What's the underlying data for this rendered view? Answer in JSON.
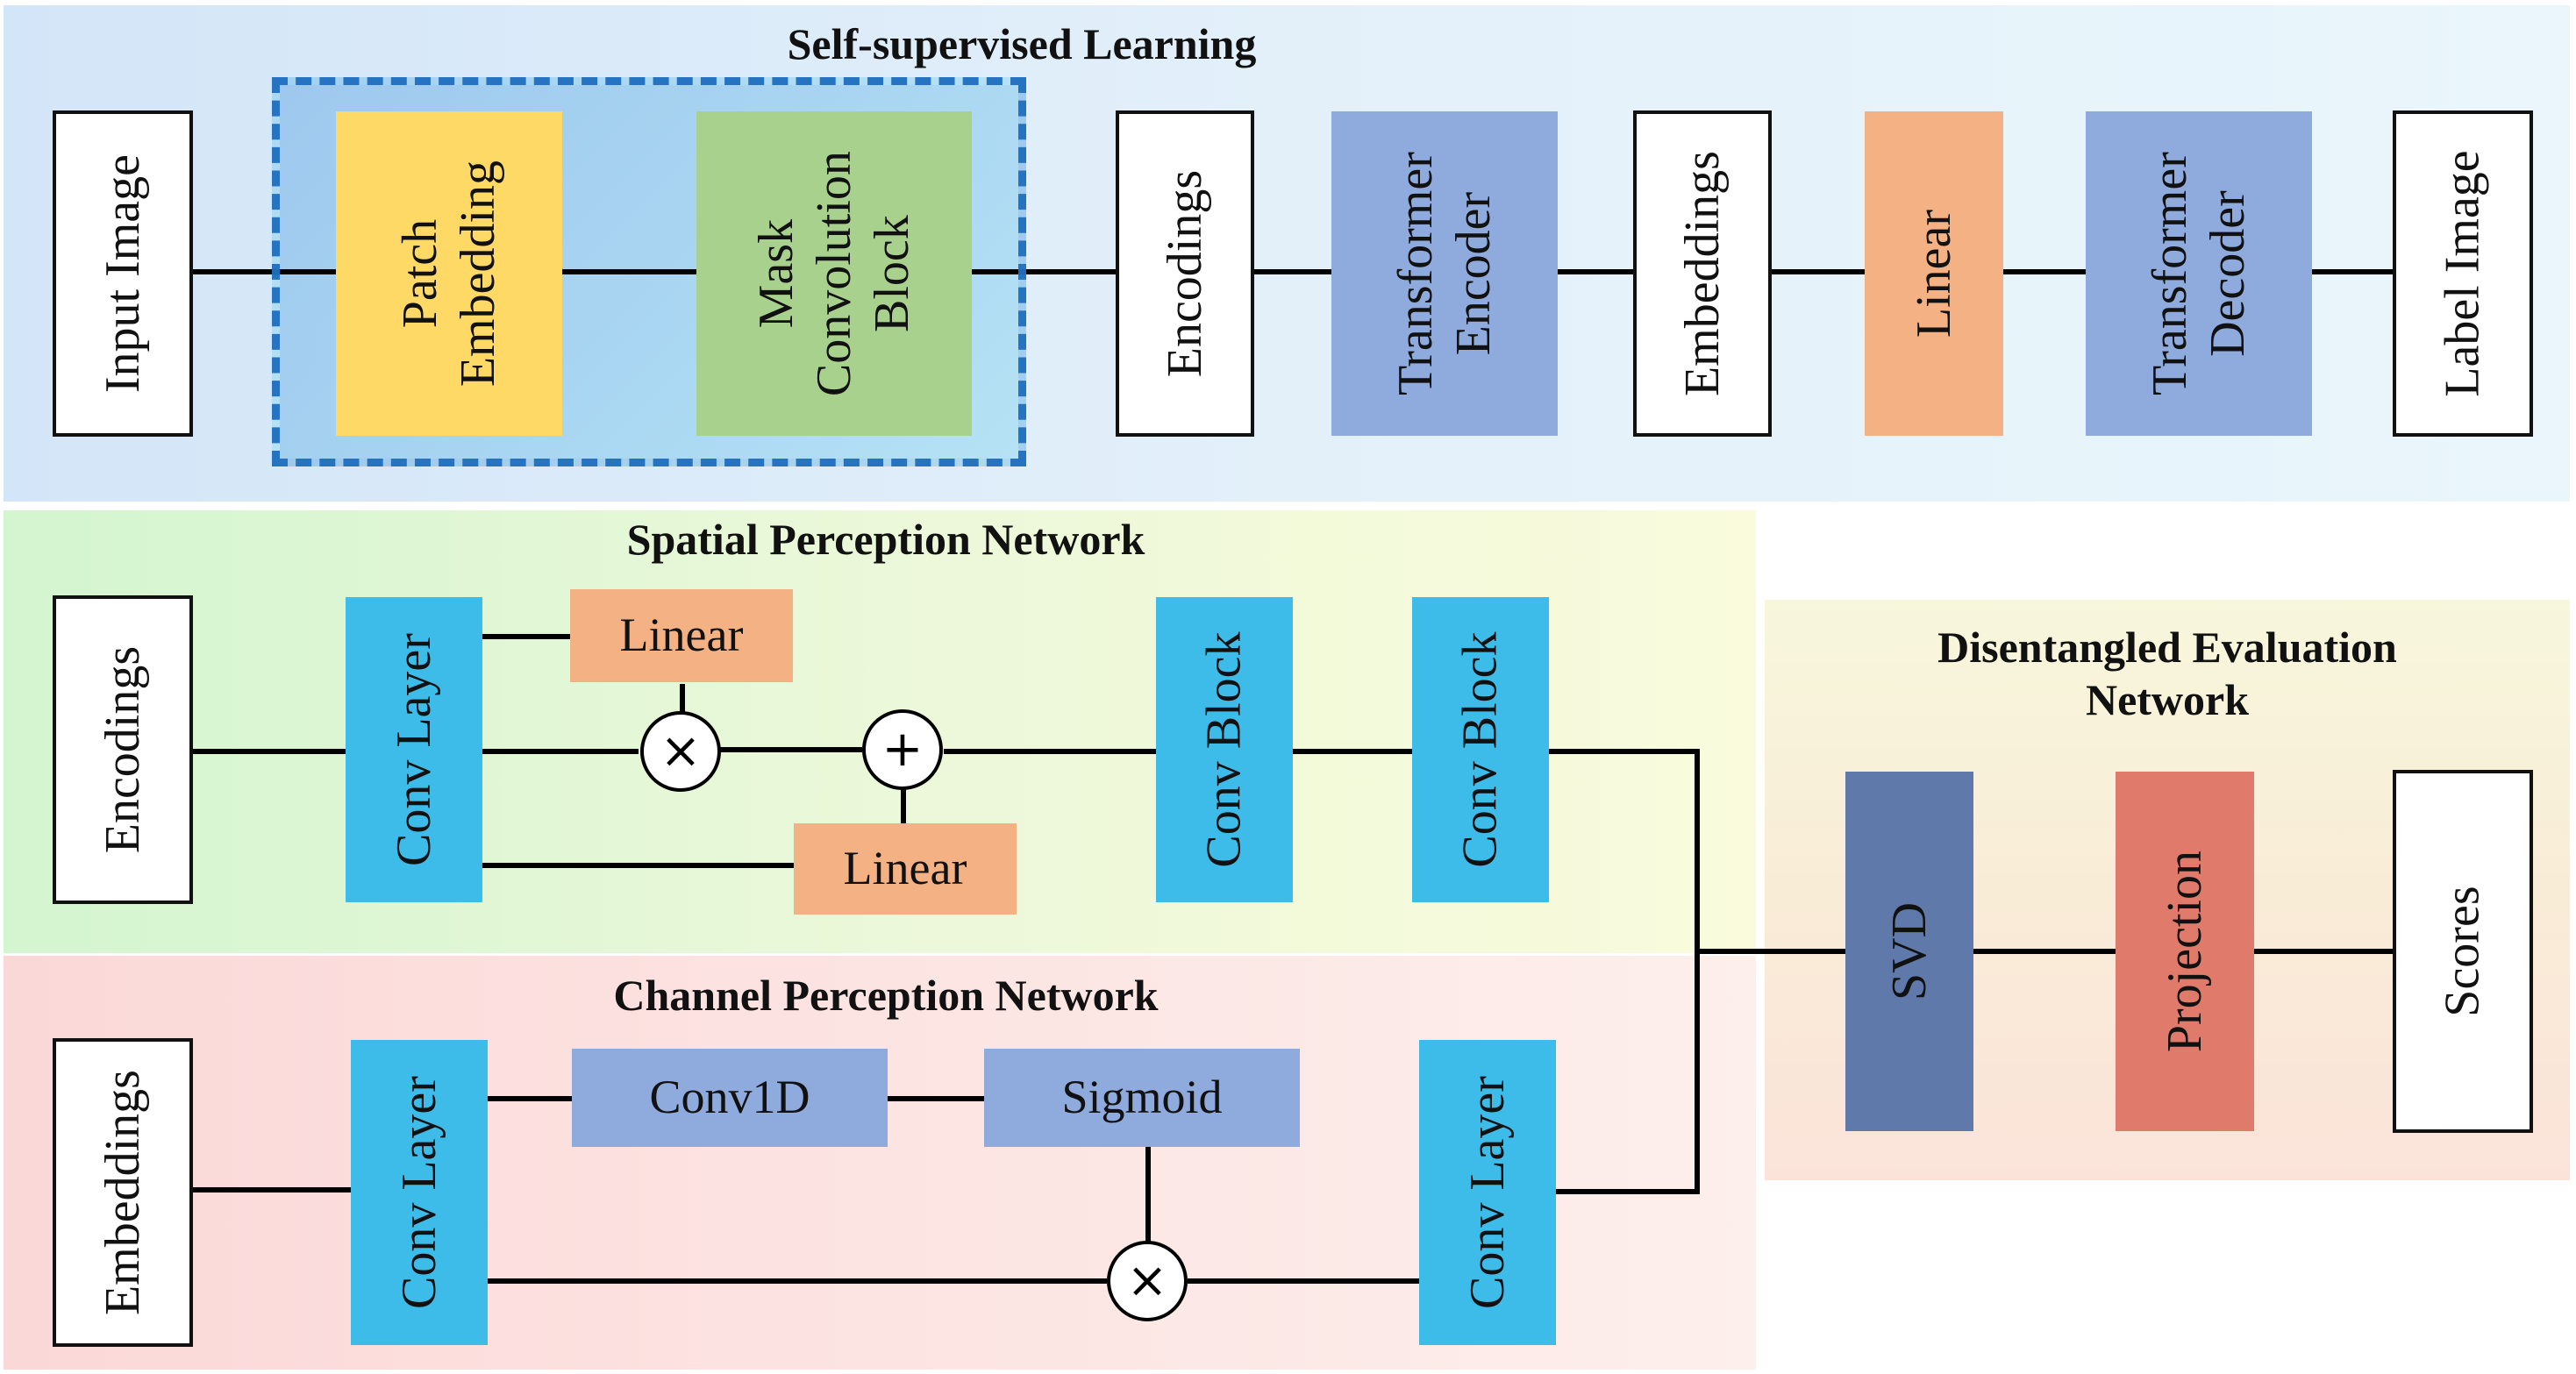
{
  "self_supervised": {
    "title": "Self-supervised Learning",
    "input_image": "Input Image",
    "patch_embedding": [
      "Patch",
      "Embedding"
    ],
    "mask_conv_block": [
      "Mask",
      "Convolution",
      "Block"
    ],
    "encodings": "Encodings",
    "transformer_encoder": [
      "Transformer",
      "Encoder"
    ],
    "embeddings": "Embeddings",
    "linear": "Linear",
    "transformer_decoder": [
      "Transformer",
      "Decoder"
    ],
    "label_image": "Label Image"
  },
  "spatial": {
    "title": "Spatial Perception Network",
    "encodings": "Encodings",
    "conv_layer": "Conv Layer",
    "linear_top": "Linear",
    "linear_bottom": "Linear",
    "multiply": "×",
    "add": "+",
    "conv_block_1": "Conv Block",
    "conv_block_2": "Conv Block"
  },
  "channel": {
    "title": "Channel Perception Network",
    "embeddings": "Embeddings",
    "conv_layer_1": "Conv Layer",
    "conv1d": "Conv1D",
    "sigmoid": "Sigmoid",
    "multiply": "×",
    "conv_layer_2": "Conv Layer"
  },
  "disentangled": {
    "title_line1": "Disentangled Evaluation",
    "title_line2": "Network",
    "svd": "SVD",
    "projection": "Projection",
    "scores": "Scores"
  }
}
